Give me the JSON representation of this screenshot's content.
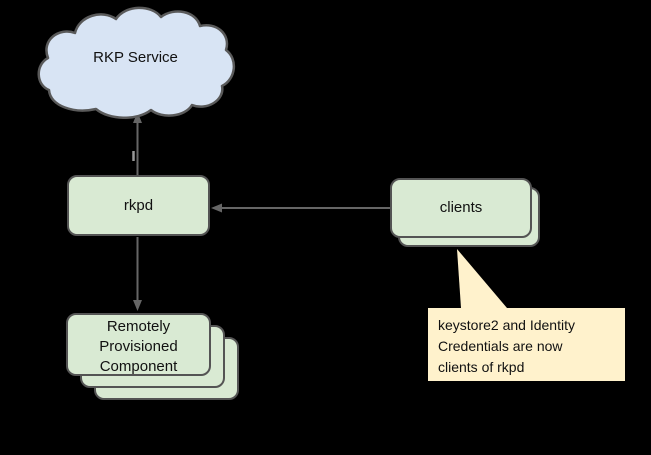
{
  "diagram": {
    "nodes": {
      "rkp_service": {
        "label": "RKP Service",
        "shape": "cloud"
      },
      "rkpd": {
        "label": "rkpd",
        "shape": "rounded-rect"
      },
      "clients": {
        "label": "clients",
        "shape": "rounded-rect",
        "stack_count": 2
      },
      "remotely_provisioned_component": {
        "label": "Remotely Provisioned Component",
        "shape": "rounded-rect",
        "stack_count": 3
      }
    },
    "callout": {
      "text": "keystore2 and Identity Credentials are now clients of rkpd",
      "points_to": "clients"
    },
    "edges": [
      {
        "from": "rkpd",
        "to": "rkp_service",
        "arrowhead": "up"
      },
      {
        "from": "clients",
        "to": "rkpd",
        "arrowhead": "left"
      },
      {
        "from": "rkpd",
        "to": "remotely_provisioned_component",
        "arrowhead": "down"
      }
    ],
    "colors": {
      "background": "#000000",
      "cloud_fill": "#d8e4f4",
      "box_fill": "#d9ead3",
      "callout_fill": "#fff2cc",
      "shape_border": "#545454",
      "arrow": "#666666",
      "text": "#111111"
    }
  }
}
